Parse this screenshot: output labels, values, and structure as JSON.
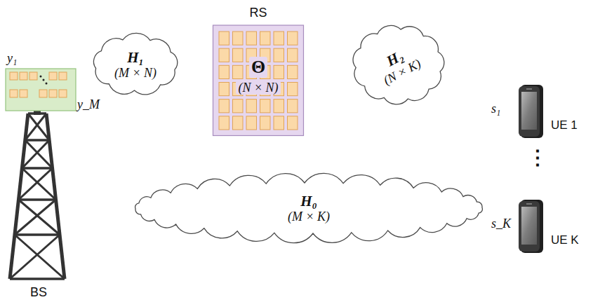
{
  "diagram": {
    "nodes": [
      {
        "text": [
          "RS",
          "Θ",
          "(N × N)"
        ]
      },
      {
        "text": [
          "H₁",
          "(M × N)"
        ]
      },
      {
        "text": [
          "H₂",
          "(N × K)"
        ]
      },
      {
        "text": [
          "H₀",
          "(M × K)"
        ]
      },
      {
        "text": [
          "BS"
        ]
      },
      {
        "text": [
          "UE 1"
        ]
      },
      {
        "text": [
          "UE K"
        ]
      }
    ],
    "labels": [
      "y₁",
      "y_M",
      "s₁",
      "⋮",
      "s_K"
    ]
  }
}
